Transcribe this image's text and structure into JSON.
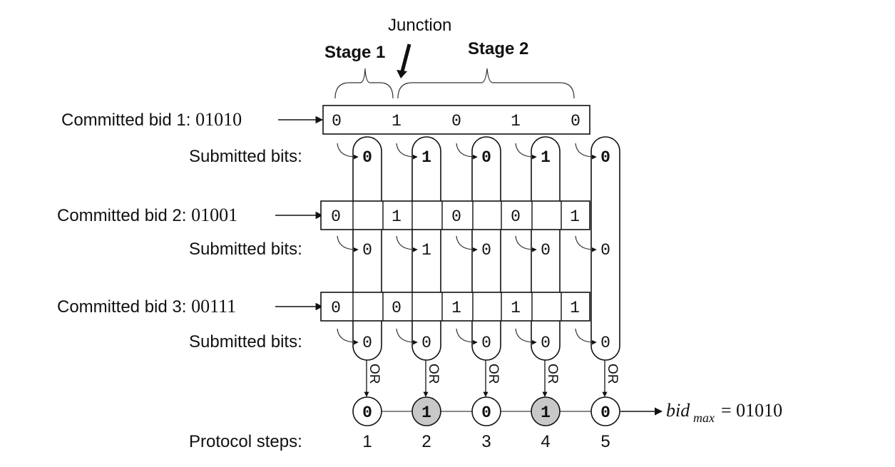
{
  "labels": {
    "junction": "Junction",
    "stage1": "Stage 1",
    "stage2": "Stage 2",
    "submitted": "Submitted bits:",
    "protocol_steps": "Protocol steps:",
    "or": "OR",
    "result_prefix": "bid",
    "result_sub": "max",
    "result_value": "= 01010"
  },
  "bids": [
    {
      "label": "Committed bid 1: ",
      "value": "01010",
      "bits": [
        "0",
        "1",
        "0",
        "1",
        "0"
      ],
      "submitted": [
        "0",
        "1",
        "0",
        "1",
        "0"
      ]
    },
    {
      "label": "Committed bid 2:  ",
      "value": "01001",
      "bits": [
        "0",
        "1",
        "0",
        "0",
        "1"
      ],
      "submitted": [
        "0",
        "1",
        "0",
        "0",
        "0"
      ]
    },
    {
      "label": "Committed bid 3:  ",
      "value": "00111",
      "bits": [
        "0",
        "0",
        "1",
        "1",
        "1"
      ],
      "submitted": [
        "0",
        "0",
        "0",
        "0",
        "0"
      ]
    }
  ],
  "results": [
    {
      "step": "1",
      "bit": "0",
      "highlight": false
    },
    {
      "step": "2",
      "bit": "1",
      "highlight": true
    },
    {
      "step": "3",
      "bit": "0",
      "highlight": false
    },
    {
      "step": "4",
      "bit": "1",
      "highlight": true
    },
    {
      "step": "5",
      "bit": "0",
      "highlight": false
    }
  ],
  "colors": {
    "highlight": "#c8c8c8",
    "line": "#111111"
  }
}
